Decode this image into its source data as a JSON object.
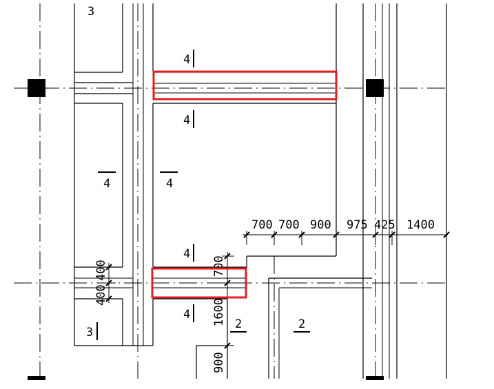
{
  "drawing": {
    "section_marks": {
      "top_left_3": "3",
      "upper_beam_top_4": "4",
      "upper_beam_bottom_4": "4",
      "left_room_4": "4",
      "corridor_4": "4",
      "lower_beam_top_4": "4",
      "lower_beam_bottom_4": "4",
      "bottom_left_3": "3",
      "right_2_a": "2",
      "right_2_b": "2"
    },
    "dimensions": {
      "top_chain": [
        "700",
        "700",
        "900",
        "975",
        "425",
        "1400"
      ],
      "left_stack": [
        "400",
        "400"
      ],
      "vertical_700": "700",
      "vertical_1600": "1600",
      "vertical_900": "900"
    },
    "highlight_color": "#e02020"
  }
}
